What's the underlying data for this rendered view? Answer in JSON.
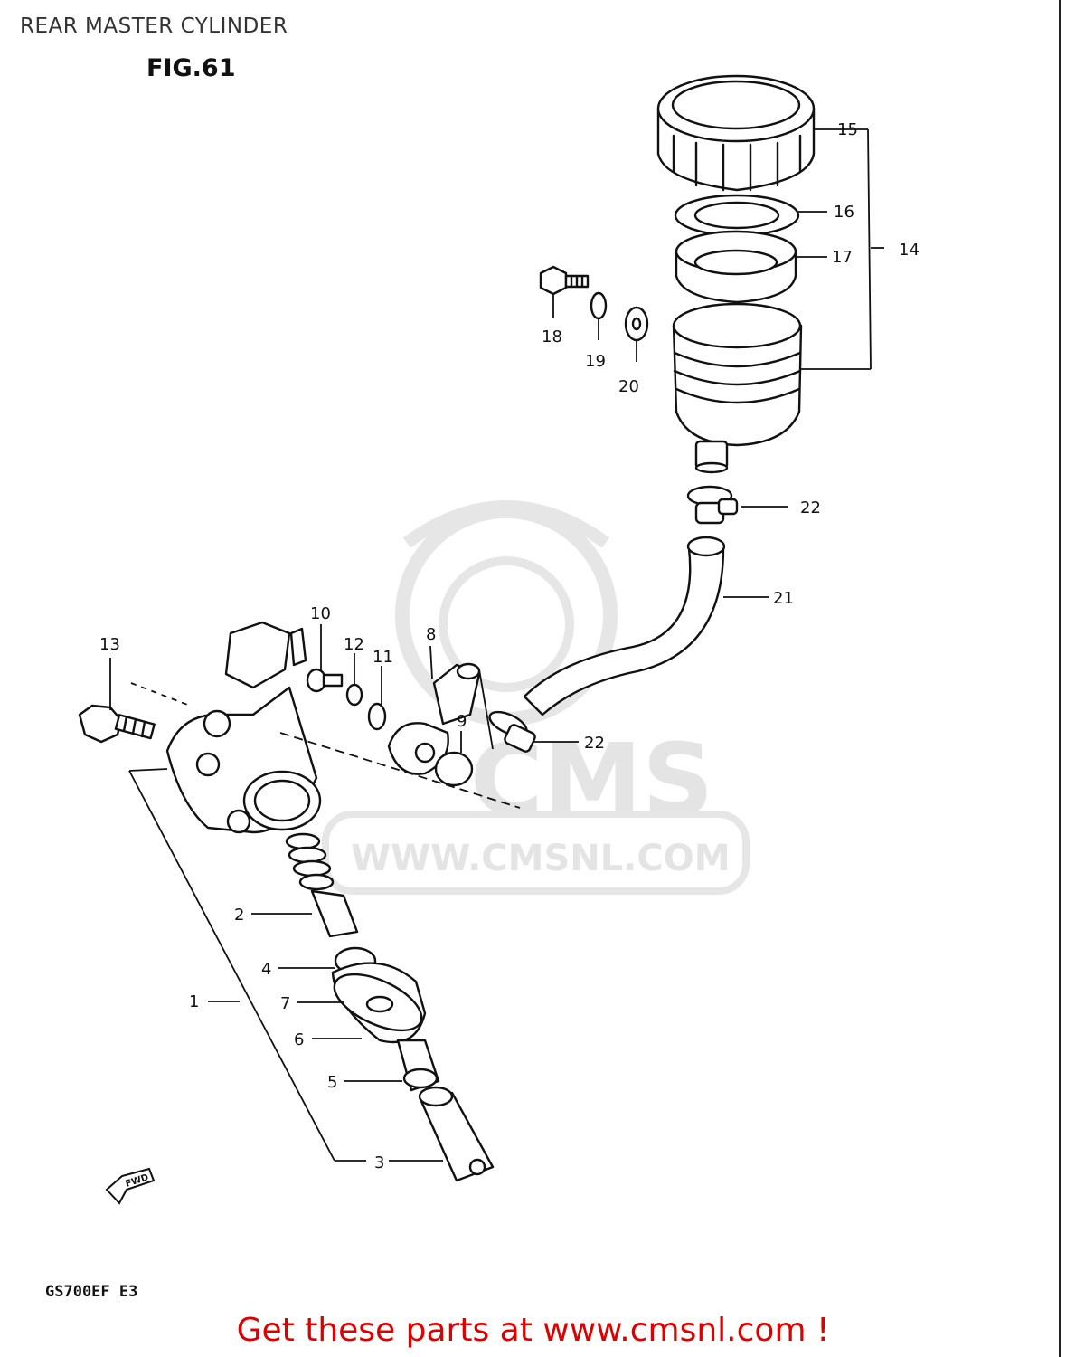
{
  "page": {
    "title": "REAR MASTER CYLINDER",
    "figure": "FIG.61",
    "model_code": "GS700EF  E3",
    "cta": "Get these parts at www.cmsnl.com !"
  },
  "watermark": {
    "brand": "CMS",
    "url": "WWW.CMSNL.COM"
  },
  "diagram": {
    "fwd_mark": "FWD",
    "callouts": [
      "1",
      "2",
      "3",
      "4",
      "5",
      "6",
      "7",
      "8",
      "9",
      "10",
      "11",
      "12",
      "13",
      "14",
      "15",
      "16",
      "17",
      "18",
      "19",
      "20",
      "21",
      "22",
      "22"
    ]
  },
  "colors": {
    "cta": "#dd0000",
    "line": "#111111",
    "watermark": "#e4e4e4"
  }
}
